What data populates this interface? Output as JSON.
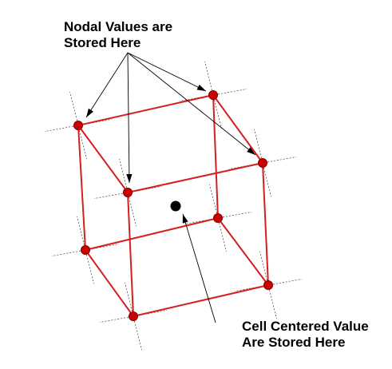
{
  "top_label": {
    "line1": "Nodal Values are",
    "line2": "Stored Here"
  },
  "bottom_label": {
    "line1": "Cell Centered Value",
    "line2": "Are Stored Here"
  },
  "colors": {
    "edge": "#d42020",
    "node_fill": "#cc0000",
    "node_stroke": "#7a0000",
    "center_fill": "#000000",
    "leader_line": "#000000",
    "tick_line": "#555555"
  },
  "diagram": {
    "node_count": 8,
    "edge_count": 12,
    "top_label_arrow_count": 4,
    "bottom_label_arrow_count": 1
  }
}
